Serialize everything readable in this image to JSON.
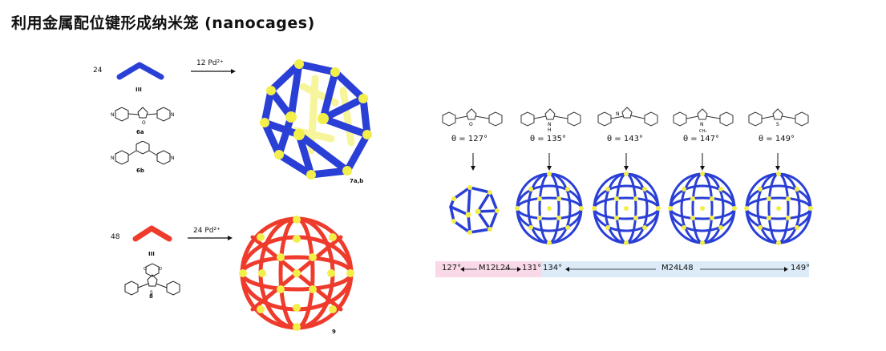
{
  "title": "利用金属配位键形成纳米笼 (nanocages)",
  "left": {
    "row1": {
      "count": "24",
      "ligand_label": "III",
      "reagent": "12 Pd²⁺",
      "mol_a_label": "6a",
      "mol_b_label": "6b",
      "product_label": "7a,b"
    },
    "row2": {
      "count": "48",
      "ligand_label": "III",
      "reagent": "24 Pd²⁺",
      "mol_label": "8",
      "product_label": "9"
    }
  },
  "right": {
    "ligands": [
      {
        "theta": "θ = 127°",
        "heteroatom": "O"
      },
      {
        "theta": "θ = 135°",
        "heteroatom": "N",
        "sub": "H"
      },
      {
        "theta": "θ = 143°",
        "heteroatom": "N"
      },
      {
        "theta": "θ = 147°",
        "heteroatom": "N",
        "sub": "CH3"
      },
      {
        "theta": "θ = 149°",
        "heteroatom": "S"
      }
    ],
    "bar": {
      "a_start": "127°",
      "a_label": "M12L24",
      "a_end": "131°",
      "b_start": "134°",
      "b_label": "M24L48",
      "b_end": "149°"
    }
  },
  "colors": {
    "blue": "#2a3fd6",
    "red": "#ef3b2c",
    "yellow": "#f2ee4a"
  }
}
